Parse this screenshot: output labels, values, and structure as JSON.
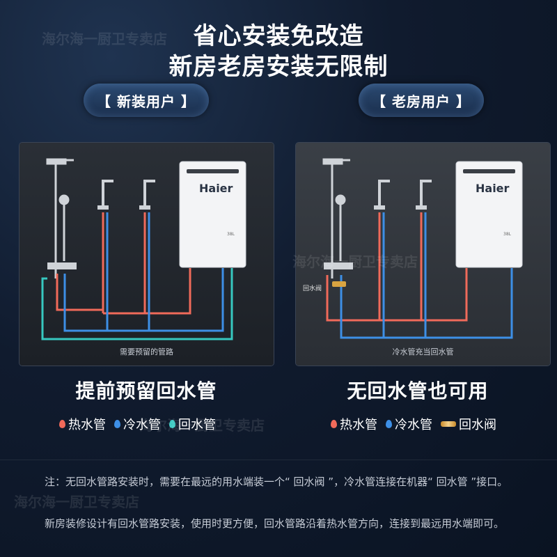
{
  "header": {
    "title_line1": "省心安装免改造",
    "title_line2": "新房老房安装无限制"
  },
  "tabs": {
    "left": "【 新装用户 】",
    "right": "【 老房用户 】"
  },
  "left_panel": {
    "brand": "Haier",
    "capacity": "38L",
    "pipe_caption": "需要预留的管路",
    "headline": "提前预留回水管",
    "legend": [
      "热水管",
      "冷水管",
      "回水管"
    ]
  },
  "right_panel": {
    "brand": "Haier",
    "capacity": "38L",
    "side_label": "回水阀",
    "pipe_caption": "冷水管充当回水管",
    "headline": "无回水管也可用",
    "legend": [
      "热水管",
      "冷水管",
      "回水阀"
    ]
  },
  "notes": {
    "line1": "注：无回水管路安装时，需要在最远的用水端装一个“ 回水阀 ”，冷水管连接在机器“ 回水管 ”接口。",
    "line2": "新房装修设计有回水管路安装，使用时更方便，回水管路沿着热水管方向，连接到最远用水端即可。"
  },
  "watermark": "海尔海一厨卫专卖店",
  "colors": {
    "hot": "#f06a5a",
    "cold": "#3d8fe6",
    "return": "#37c8c0",
    "valve": "#d9a441"
  }
}
